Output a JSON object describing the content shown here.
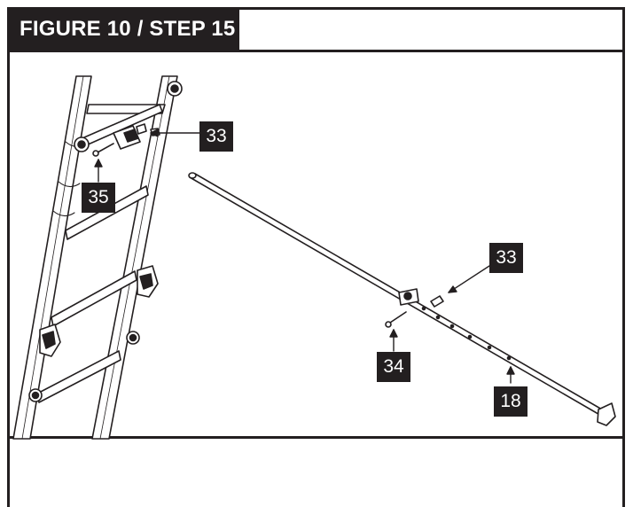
{
  "figure": {
    "title": "FIGURE 10 / STEP 15"
  },
  "callouts": [
    {
      "id": "c1",
      "label": "33"
    },
    {
      "id": "c2",
      "label": "35"
    },
    {
      "id": "c3",
      "label": "33"
    },
    {
      "id": "c4",
      "label": "34"
    },
    {
      "id": "c5",
      "label": "18"
    }
  ],
  "colors": {
    "ink": "#231f20",
    "paper": "#ffffff"
  }
}
